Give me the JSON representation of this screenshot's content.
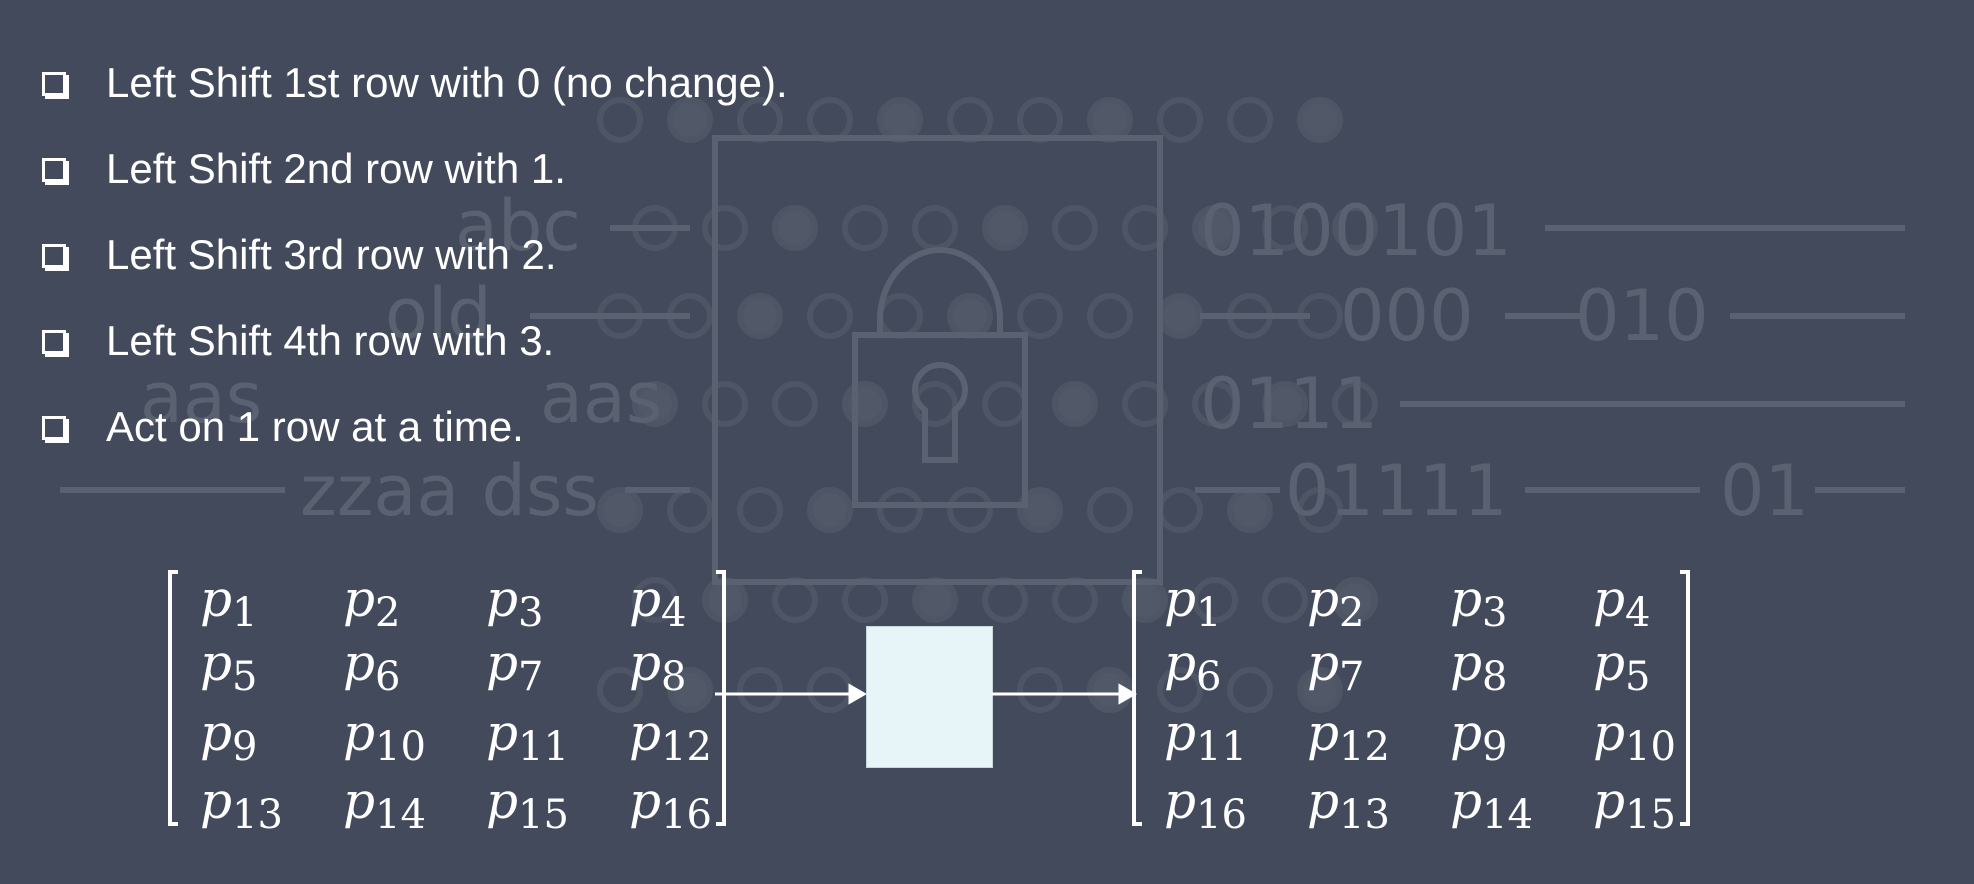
{
  "colors": {
    "background": "#434a5b",
    "text": "#ffffff",
    "watermark": "#5a6271",
    "process_box": "#e8f5f8"
  },
  "bullets": [
    "Left Shift 1st row with 0 (no change).",
    "Left Shift 2nd row with 1.",
    "Left Shift 3rd row with 2.",
    "Left Shift 4th row with 3.",
    "Act on 1 row at a time."
  ],
  "background_watermark": {
    "icon": "padlock-icon",
    "texts": [
      "abc",
      "old",
      "aas",
      "aas",
      "zzaa dss",
      "0100101",
      "000",
      "010",
      "0111",
      "01111",
      "01"
    ]
  },
  "input_matrix": {
    "base": "p",
    "rows": [
      [
        "1",
        "2",
        "3",
        "4"
      ],
      [
        "5",
        "6",
        "7",
        "8"
      ],
      [
        "9",
        "10",
        "11",
        "12"
      ],
      [
        "13",
        "14",
        "15",
        "16"
      ]
    ]
  },
  "output_matrix": {
    "base": "p",
    "rows": [
      [
        "1",
        "2",
        "3",
        "4"
      ],
      [
        "6",
        "7",
        "8",
        "5"
      ],
      [
        "11",
        "12",
        "9",
        "10"
      ],
      [
        "16",
        "13",
        "14",
        "15"
      ]
    ]
  }
}
